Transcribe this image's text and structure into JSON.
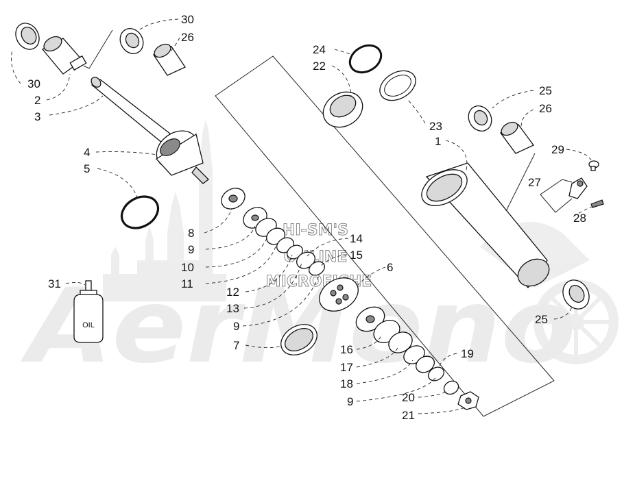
{
  "watermark": {
    "brand": "AerMeno",
    "overlay_lines": [
      "HI-SM'S",
      "ONLINE",
      "MICROFICHE"
    ]
  },
  "oil_bottle": {
    "label": "OIL"
  },
  "callouts": [
    {
      "id": "c30a",
      "text": "30"
    },
    {
      "id": "c26a",
      "text": "26"
    },
    {
      "id": "c30b",
      "text": "30"
    },
    {
      "id": "c2",
      "text": "2"
    },
    {
      "id": "c3",
      "text": "3"
    },
    {
      "id": "c24",
      "text": "24"
    },
    {
      "id": "c22",
      "text": "22"
    },
    {
      "id": "c23",
      "text": "23"
    },
    {
      "id": "c1",
      "text": "1"
    },
    {
      "id": "c25a",
      "text": "25"
    },
    {
      "id": "c26b",
      "text": "26"
    },
    {
      "id": "c29",
      "text": "29"
    },
    {
      "id": "c27",
      "text": "27"
    },
    {
      "id": "c28",
      "text": "28"
    },
    {
      "id": "c4",
      "text": "4"
    },
    {
      "id": "c5",
      "text": "5"
    },
    {
      "id": "c8",
      "text": "8"
    },
    {
      "id": "c9a",
      "text": "9"
    },
    {
      "id": "c10",
      "text": "10"
    },
    {
      "id": "c11",
      "text": "11"
    },
    {
      "id": "c14",
      "text": "14"
    },
    {
      "id": "c15",
      "text": "15"
    },
    {
      "id": "c6",
      "text": "6"
    },
    {
      "id": "c12",
      "text": "12"
    },
    {
      "id": "c13",
      "text": "13"
    },
    {
      "id": "c9b",
      "text": "9"
    },
    {
      "id": "c7",
      "text": "7"
    },
    {
      "id": "c31",
      "text": "31"
    },
    {
      "id": "c25b",
      "text": "25"
    },
    {
      "id": "c16",
      "text": "16"
    },
    {
      "id": "c17",
      "text": "17"
    },
    {
      "id": "c18",
      "text": "18"
    },
    {
      "id": "c9c",
      "text": "9"
    },
    {
      "id": "c19",
      "text": "19"
    },
    {
      "id": "c20",
      "text": "20"
    },
    {
      "id": "c21",
      "text": "21"
    }
  ]
}
